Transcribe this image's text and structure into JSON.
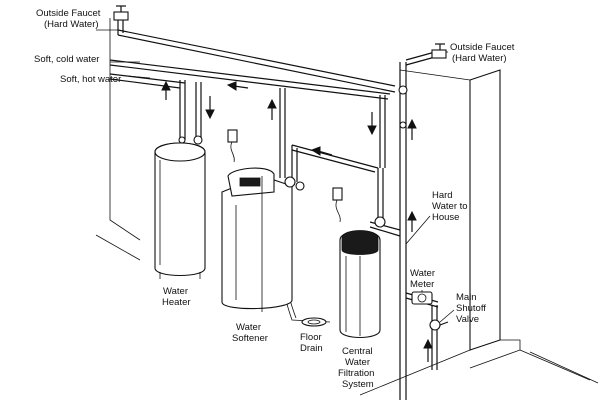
{
  "labels": {
    "outside_faucet_left_1": "Outside Faucet",
    "outside_faucet_left_2": "(Hard Water)",
    "soft_cold": "Soft, cold water",
    "soft_hot": "Soft, hot water",
    "outside_faucet_right_1": "Outside Faucet",
    "outside_faucet_right_2": "(Hard Water)",
    "hard_to_house_1": "Hard",
    "hard_to_house_2": "Water to",
    "hard_to_house_3": "House",
    "water_meter_1": "Water",
    "water_meter_2": "Meter",
    "main_shutoff_1": "Main",
    "main_shutoff_2": "Shutoff",
    "main_shutoff_3": "Valve",
    "water_heater_1": "Water",
    "water_heater_2": "Heater",
    "water_softener_1": "Water",
    "water_softener_2": "Softener",
    "floor_drain_1": "Floor",
    "floor_drain_2": "Drain",
    "filtration_1": "Central",
    "filtration_2": "Water",
    "filtration_3": "Filtration",
    "filtration_4": "System"
  },
  "icons": [
    "faucet-icon",
    "valve-icon",
    "water-meter-icon",
    "electrical-outlet-icon",
    "floor-drain-icon",
    "flow-arrow-icon"
  ],
  "colors": {
    "line": "#111111",
    "background": "#ffffff"
  }
}
